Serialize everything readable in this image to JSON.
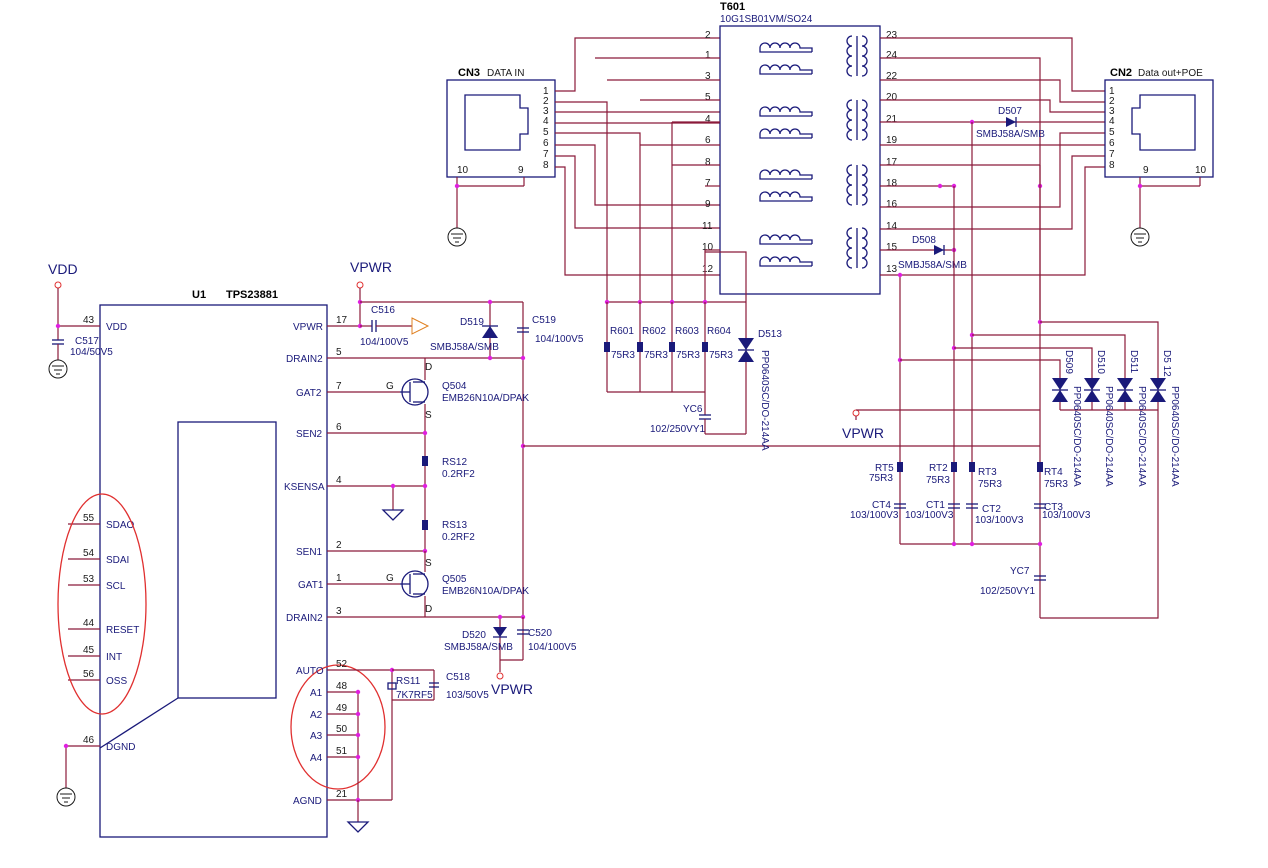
{
  "chips": {
    "u1": {
      "ref": "U1",
      "part": "TPS23881"
    },
    "t601": {
      "ref": "T601",
      "part": "10G1SB01VM/SO24"
    },
    "cn3": {
      "ref": "CN3",
      "name": "DATA IN"
    },
    "cn2": {
      "ref": "CN2",
      "name": "Data out+POE"
    }
  },
  "rails": {
    "vdd": "VDD",
    "vpwr": "VPWR"
  },
  "u1_left_pins": [
    {
      "num": "43",
      "name": "VDD"
    },
    {
      "num": "55",
      "name": "SDAO"
    },
    {
      "num": "54",
      "name": "SDAI"
    },
    {
      "num": "53",
      "name": "SCL"
    },
    {
      "num": "44",
      "name": "RESET"
    },
    {
      "num": "45",
      "name": "INT"
    },
    {
      "num": "56",
      "name": "OSS"
    },
    {
      "num": "46",
      "name": "DGND"
    }
  ],
  "u1_right_pins": [
    {
      "num": "17",
      "name": "VPWR"
    },
    {
      "num": "5",
      "name": "DRAIN2"
    },
    {
      "num": "7",
      "name": "GAT2"
    },
    {
      "num": "6",
      "name": "SEN2"
    },
    {
      "num": "4",
      "name": "KSENSA"
    },
    {
      "num": "2",
      "name": "SEN1"
    },
    {
      "num": "1",
      "name": "GAT1"
    },
    {
      "num": "3",
      "name": "DRAIN2"
    },
    {
      "num": "52",
      "name": "AUTO"
    },
    {
      "num": "48",
      "name": "A1"
    },
    {
      "num": "49",
      "name": "A2"
    },
    {
      "num": "50",
      "name": "A3"
    },
    {
      "num": "51",
      "name": "A4"
    },
    {
      "num": "21",
      "name": "AGND"
    }
  ],
  "t601_left_pins": [
    "2",
    "1",
    "3",
    "5",
    "4",
    "6",
    "8",
    "7",
    "9",
    "11",
    "10",
    "12"
  ],
  "t601_right_pins": [
    "23",
    "24",
    "22",
    "20",
    "21",
    "19",
    "17",
    "18",
    "16",
    "14",
    "15",
    "13"
  ],
  "cn3_pins": [
    "1",
    "2",
    "3",
    "4",
    "5",
    "6",
    "7",
    "8",
    "10",
    "9"
  ],
  "cn2_pins": [
    "1",
    "2",
    "3",
    "4",
    "5",
    "6",
    "7",
    "8",
    "9",
    "10"
  ],
  "components": {
    "c517": {
      "ref": "C517",
      "val": "104/50V5"
    },
    "c516": {
      "ref": "C516",
      "val": "104/100V5"
    },
    "d519": {
      "ref": "D519",
      "val": "SMBJ58A/SMB"
    },
    "c519": {
      "ref": "C519",
      "val": "104/100V5"
    },
    "q504": {
      "ref": "Q504",
      "val": "EMB26N10A/DPAK"
    },
    "q505": {
      "ref": "Q505",
      "val": "EMB26N10A/DPAK"
    },
    "rs12": {
      "ref": "RS12",
      "val": "0.2RF2"
    },
    "rs13": {
      "ref": "RS13",
      "val": "0.2RF2"
    },
    "d520": {
      "ref": "D520",
      "val": "SMBJ58A/SMB"
    },
    "c520": {
      "ref": "C520",
      "val": "104/100V5"
    },
    "rs11": {
      "ref": "RS11",
      "val": "7K7RF5"
    },
    "c518": {
      "ref": "C518",
      "val": "103/50V5"
    },
    "r601": {
      "ref": "R601",
      "val": "75R3"
    },
    "r602": {
      "ref": "R602",
      "val": "75R3"
    },
    "r603": {
      "ref": "R603",
      "val": "75R3"
    },
    "r604": {
      "ref": "R604",
      "val": "75R3"
    },
    "d513": {
      "ref": "D513",
      "val": "PP0640SC/DO-214AA"
    },
    "yc6": {
      "ref": "YC6",
      "val": "102/250VY1"
    },
    "d507": {
      "ref": "D507",
      "val": "SMBJ58A/SMB"
    },
    "d508": {
      "ref": "D508",
      "val": "SMBJ58A/SMB"
    },
    "rt5": {
      "ref": "RT5",
      "val": "75R3"
    },
    "rt2": {
      "ref": "RT2",
      "val": "75R3"
    },
    "rt3": {
      "ref": "RT3",
      "val": "75R3"
    },
    "rt4": {
      "ref": "RT4",
      "val": "75R3"
    },
    "ct4": {
      "ref": "CT4",
      "val": "103/100V3"
    },
    "ct1": {
      "ref": "CT1",
      "val": "103/100V3"
    },
    "ct2": {
      "ref": "CT2",
      "val": "103/100V3"
    },
    "ct3": {
      "ref": "CT3",
      "val": "103/100V3"
    },
    "yc7": {
      "ref": "YC7",
      "val": "102/250VY1"
    },
    "d509": {
      "ref": "D509",
      "val": "PP0640SC/DO-214AA"
    },
    "d510": {
      "ref": "D510",
      "val": "PP0640SC/DO-214AA"
    },
    "d511": {
      "ref": "D511",
      "val": "PP0640SC/DO-214AA"
    },
    "d512": {
      "ref": "D5 12",
      "val": "PP0640SC/DO-214AA"
    }
  },
  "mosfet_pins": {
    "g": "G",
    "d": "D",
    "s": "S"
  },
  "colors": {
    "wire": "#8b1a3a",
    "component": "#1a1a7a",
    "junction": "#e020e0",
    "highlight": "#e03030"
  }
}
